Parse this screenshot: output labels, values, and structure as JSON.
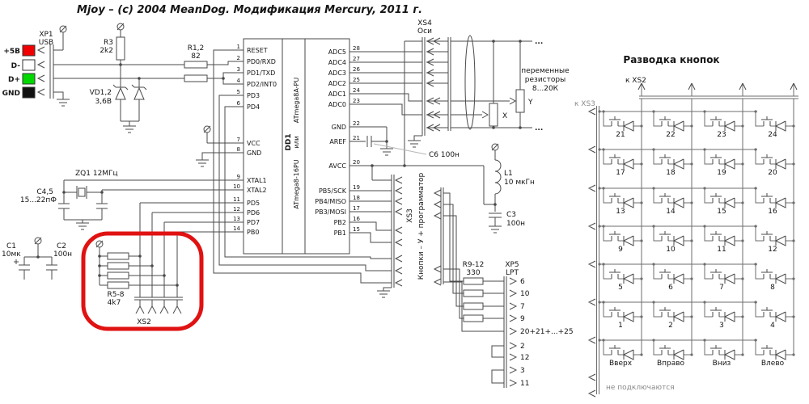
{
  "title": "Mjoy – (c) 2004 MeanDog. Модификация Mercury, 2011 г.",
  "colors": {
    "wire": "#4a4a4a",
    "matrix_wire": "#6e6e6e",
    "annotation": "#e01212",
    "usb_5v": "#f00000",
    "usb_dminus": "#ffffff",
    "usb_dplus": "#00d800",
    "usb_gnd": "#101010"
  },
  "usb": {
    "ref": "XP1",
    "type": "USB",
    "pins": [
      "+5В",
      "D-",
      "D+",
      "GND"
    ]
  },
  "parts": {
    "r3": {
      "ref": "R3",
      "value": "2k2"
    },
    "r12": {
      "ref": "R1,2",
      "value": "82"
    },
    "vd12": {
      "ref": "VD1,2",
      "value": "3,6В"
    },
    "zq1": {
      "ref": "ZQ1 12МГц"
    },
    "c45": {
      "ref": "C4,5",
      "value": "15...22пФ"
    },
    "c1": {
      "ref": "C1",
      "value": "10мк"
    },
    "c2": {
      "ref": "C2",
      "value": "100н"
    },
    "r58": {
      "ref": "R5-8",
      "value": "4k7"
    },
    "c6": {
      "ref": "С6 100н"
    },
    "l1": {
      "ref": "L1",
      "value": "10 мкГн"
    },
    "c3": {
      "ref": "C3",
      "value": "100н"
    },
    "r912": {
      "ref": "R9-12",
      "value": "330"
    }
  },
  "ic": {
    "ref": "DD1",
    "part_top": "ATmega8A-PU",
    "or_word": "или",
    "part_bottom": "ATmega8-16PU",
    "left_pins": [
      {
        "num": "1",
        "name": "RESET"
      },
      {
        "num": "2",
        "name": "PD0/RXD"
      },
      {
        "num": "3",
        "name": "PD1/TXD"
      },
      {
        "num": "4",
        "name": "PD2/INT0"
      },
      {
        "num": "5",
        "name": "PD3"
      },
      {
        "num": "6",
        "name": "PD4"
      },
      {
        "num": "7",
        "name": "VCC"
      },
      {
        "num": "8",
        "name": "GND"
      },
      {
        "num": "9",
        "name": "XTAL1"
      },
      {
        "num": "10",
        "name": "XTAL2"
      },
      {
        "num": "11",
        "name": "PD5"
      },
      {
        "num": "12",
        "name": "PD6"
      },
      {
        "num": "13",
        "name": "PD7"
      },
      {
        "num": "14",
        "name": "PB0"
      }
    ],
    "right_pins": [
      {
        "num": "28",
        "name": "ADC5"
      },
      {
        "num": "27",
        "name": "ADC4"
      },
      {
        "num": "26",
        "name": "ADC3"
      },
      {
        "num": "25",
        "name": "ADC2"
      },
      {
        "num": "24",
        "name": "ADC1"
      },
      {
        "num": "23",
        "name": "ADC0"
      },
      {
        "num": "22",
        "name": "GND"
      },
      {
        "num": "21",
        "name": "AREF"
      },
      {
        "num": "20",
        "name": "AVCC"
      },
      {
        "num": "19",
        "name": "PB5/SCK"
      },
      {
        "num": "18",
        "name": "PB4/MISO"
      },
      {
        "num": "17",
        "name": "PB3/MOSI"
      },
      {
        "num": "16",
        "name": "PB2"
      },
      {
        "num": "15",
        "name": "PB1"
      }
    ]
  },
  "xs4": {
    "ref": "XS4",
    "label": "Оси",
    "note_lines": [
      "переменные",
      "резисторы",
      "8...20К"
    ],
    "pot_x": "X",
    "pot_y": "Y",
    "ellipsis": "..."
  },
  "xs2": {
    "ref": "XS2"
  },
  "xs3": {
    "ref": "XS3",
    "label": "Кнопки – У + программатор"
  },
  "xp5": {
    "ref": "XP5",
    "label": "LPT",
    "pins": [
      "6",
      "10",
      "7",
      "9",
      "20+21+...+25",
      "2",
      "12",
      "3",
      "11"
    ]
  },
  "matrix": {
    "title": "Разводка кнопок",
    "to_xs2": "к XS2",
    "to_xs3": "к XS3",
    "not_connected": "не подключаются",
    "rows": [
      [
        "21",
        "22",
        "23",
        "24"
      ],
      [
        "17",
        "18",
        "19",
        "20"
      ],
      [
        "13",
        "14",
        "15",
        "16"
      ],
      [
        "9",
        "10",
        "11",
        "12"
      ],
      [
        "5",
        "6",
        "7",
        "8"
      ],
      [
        "1",
        "2",
        "3",
        "4"
      ],
      [
        "Вверх",
        "Вправо",
        "Вниз",
        "Влево"
      ]
    ]
  }
}
